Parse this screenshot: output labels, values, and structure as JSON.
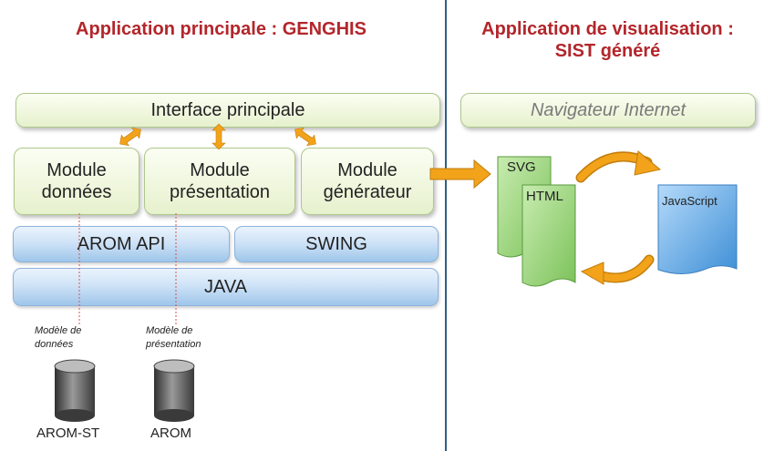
{
  "left": {
    "title": "Application principale : GENGHIS",
    "interface": "Interface principale",
    "modules": [
      {
        "line1": "Module",
        "line2": "données"
      },
      {
        "line1": "Module",
        "line2": "présentation"
      },
      {
        "line1": "Module",
        "line2": "générateur"
      }
    ],
    "arom_api": "AROM API",
    "swing": "SWING",
    "java": "JAVA",
    "model_data": {
      "line1": "Modèle de",
      "line2": "données"
    },
    "model_presentation": {
      "line1": "Modèle de",
      "line2": "présentation"
    },
    "db_arom_st": "AROM-ST",
    "db_arom": "AROM"
  },
  "right": {
    "title_line1": "Application de visualisation :",
    "title_line2": "SIST généré",
    "navigator": "Navigateur Internet",
    "svg": "SVG",
    "html": "HTML",
    "javascript": "JavaScript"
  },
  "colors": {
    "title": "#b2262b",
    "divider": "#2e5f86",
    "arrow_orange": "#f2a31a",
    "doc_green": "#8dcc6e",
    "doc_blue": "#5aa4df"
  }
}
